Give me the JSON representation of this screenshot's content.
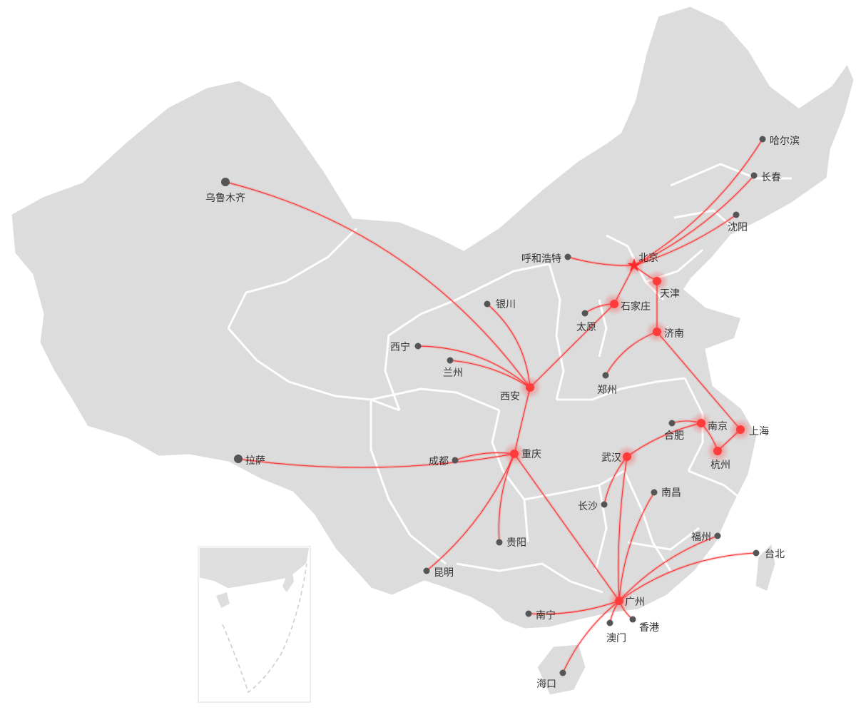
{
  "map": {
    "accent_color": "#ff2a2a",
    "land_color": "#dcdcdc",
    "border_color": "#ffffff",
    "capital_icon": "star-icon",
    "cities": [
      {
        "id": "beijing",
        "name": "北京",
        "type": "capital"
      },
      {
        "id": "tianjin",
        "name": "天津",
        "type": "hub"
      },
      {
        "id": "shijiazhuang",
        "name": "石家庄",
        "type": "hub"
      },
      {
        "id": "jinan",
        "name": "济南",
        "type": "hub"
      },
      {
        "id": "xian",
        "name": "西安",
        "type": "hub"
      },
      {
        "id": "chongqing",
        "name": "重庆",
        "type": "hub"
      },
      {
        "id": "nanjing",
        "name": "南京",
        "type": "hub"
      },
      {
        "id": "shanghai",
        "name": "上海",
        "type": "hub"
      },
      {
        "id": "hangzhou",
        "name": "杭州",
        "type": "hub"
      },
      {
        "id": "wuhan",
        "name": "武汉",
        "type": "hub"
      },
      {
        "id": "guangzhou",
        "name": "广州",
        "type": "hub"
      },
      {
        "id": "harbin",
        "name": "哈尔滨",
        "type": "city"
      },
      {
        "id": "changchun",
        "name": "长春",
        "type": "city"
      },
      {
        "id": "shenyang",
        "name": "沈阳",
        "type": "city"
      },
      {
        "id": "hohhot",
        "name": "呼和浩特",
        "type": "city"
      },
      {
        "id": "taiyuan",
        "name": "太原",
        "type": "city"
      },
      {
        "id": "yinchuan",
        "name": "银川",
        "type": "city"
      },
      {
        "id": "xining",
        "name": "西宁",
        "type": "city"
      },
      {
        "id": "lanzhou",
        "name": "兰州",
        "type": "city"
      },
      {
        "id": "urumqi",
        "name": "乌鲁木齐",
        "type": "city"
      },
      {
        "id": "lhasa",
        "name": "拉萨",
        "type": "city"
      },
      {
        "id": "chengdu",
        "name": "成都",
        "type": "city"
      },
      {
        "id": "guiyang",
        "name": "贵阳",
        "type": "city"
      },
      {
        "id": "kunming",
        "name": "昆明",
        "type": "city"
      },
      {
        "id": "zhengzhou",
        "name": "郑州",
        "type": "city"
      },
      {
        "id": "hefei",
        "name": "合肥",
        "type": "city"
      },
      {
        "id": "changsha",
        "name": "长沙",
        "type": "city"
      },
      {
        "id": "nanchang",
        "name": "南昌",
        "type": "city"
      },
      {
        "id": "fuzhou",
        "name": "福州",
        "type": "city"
      },
      {
        "id": "taipei",
        "name": "台北",
        "type": "city"
      },
      {
        "id": "nanning",
        "name": "南宁",
        "type": "city"
      },
      {
        "id": "macau",
        "name": "澳门",
        "type": "city"
      },
      {
        "id": "hongkong",
        "name": "香港",
        "type": "city"
      },
      {
        "id": "haikou",
        "name": "海口",
        "type": "city"
      }
    ],
    "routes": [
      {
        "from": "beijing",
        "to": "harbin"
      },
      {
        "from": "beijing",
        "to": "changchun"
      },
      {
        "from": "beijing",
        "to": "shenyang"
      },
      {
        "from": "beijing",
        "to": "hohhot"
      },
      {
        "from": "beijing",
        "to": "tianjin"
      },
      {
        "from": "beijing",
        "to": "shijiazhuang"
      },
      {
        "from": "shijiazhuang",
        "to": "taiyuan"
      },
      {
        "from": "shijiazhuang",
        "to": "xian"
      },
      {
        "from": "tianjin",
        "to": "jinan"
      },
      {
        "from": "jinan",
        "to": "zhengzhou"
      },
      {
        "from": "jinan",
        "to": "shanghai"
      },
      {
        "from": "xian",
        "to": "urumqi"
      },
      {
        "from": "xian",
        "to": "yinchuan"
      },
      {
        "from": "xian",
        "to": "xining"
      },
      {
        "from": "xian",
        "to": "lanzhou"
      },
      {
        "from": "xian",
        "to": "chongqing"
      },
      {
        "from": "chongqing",
        "to": "lhasa"
      },
      {
        "from": "chongqing",
        "to": "chengdu"
      },
      {
        "from": "chongqing",
        "to": "guiyang"
      },
      {
        "from": "chongqing",
        "to": "kunming"
      },
      {
        "from": "chongqing",
        "to": "guangzhou"
      },
      {
        "from": "shanghai",
        "to": "hangzhou"
      },
      {
        "from": "hangzhou",
        "to": "nanjing"
      },
      {
        "from": "nanjing",
        "to": "hefei"
      },
      {
        "from": "nanjing",
        "to": "wuhan"
      },
      {
        "from": "wuhan",
        "to": "changsha"
      },
      {
        "from": "wuhan",
        "to": "guangzhou"
      },
      {
        "from": "guangzhou",
        "to": "nanchang"
      },
      {
        "from": "guangzhou",
        "to": "fuzhou"
      },
      {
        "from": "guangzhou",
        "to": "taipei"
      },
      {
        "from": "guangzhou",
        "to": "nanning"
      },
      {
        "from": "guangzhou",
        "to": "macau"
      },
      {
        "from": "guangzhou",
        "to": "hongkong"
      },
      {
        "from": "guangzhou",
        "to": "haikou"
      }
    ]
  }
}
